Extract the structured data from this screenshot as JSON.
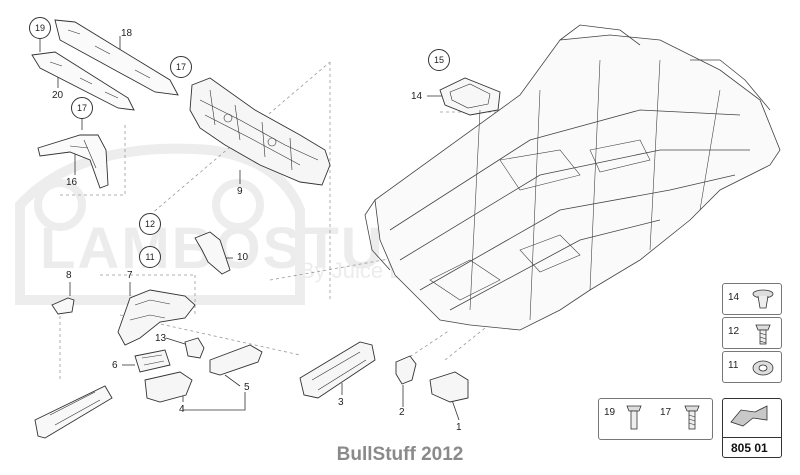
{
  "watermark": {
    "brand": "LAMBOSTUFF",
    "sub": "By Juice Ltd.com"
  },
  "labels": [
    "1",
    "2",
    "3",
    "4",
    "5",
    "6",
    "7",
    "8",
    "9",
    "10",
    "13",
    "14",
    "16",
    "18",
    "20"
  ],
  "circled": [
    "11",
    "12",
    "15",
    "17",
    "17",
    "19"
  ],
  "legend": {
    "item_14": "14",
    "item_12": "12",
    "item_11": "11",
    "item_19": "19",
    "item_17": "17",
    "page_code": "805 01"
  },
  "footer": "BullStuff 2012"
}
